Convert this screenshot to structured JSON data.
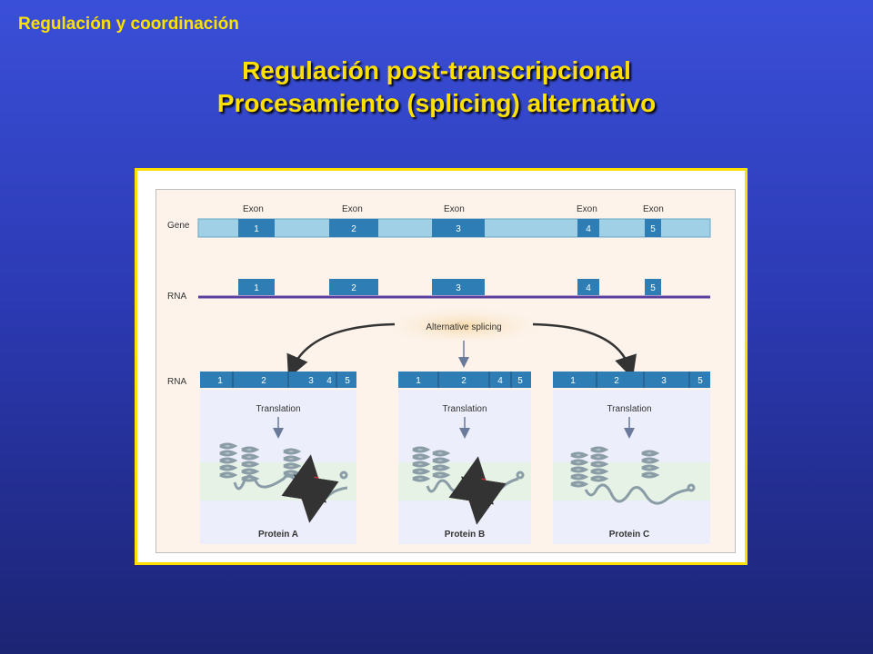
{
  "header": {
    "section": "Regulación y coordinación",
    "title_line1": "Regulación post-transcripcional",
    "title_line2": "Procesamiento (splicing) alternativo"
  },
  "diagram": {
    "row_labels": {
      "gene": "Gene",
      "rna_top": "RNA",
      "rna_bottom": "RNA"
    },
    "exon_header": "Exon",
    "exons": [
      "1",
      "2",
      "3",
      "4",
      "5"
    ],
    "splicing_label": "Alternative splicing",
    "translation_label": "Translation",
    "isoforms": [
      {
        "exons": [
          "1",
          "2",
          "3",
          "4",
          "5"
        ],
        "protein": "Protein A"
      },
      {
        "exons": [
          "1",
          "2",
          "4",
          "5"
        ],
        "protein": "Protein B"
      },
      {
        "exons": [
          "1",
          "2",
          "3",
          "5"
        ],
        "protein": "Protein C"
      }
    ],
    "colors": {
      "exon": "#2e7db5",
      "gene_bar": "#9fd0e6",
      "rna_line": "#5b3fa0",
      "beta_strand": "#d8303a",
      "helix": "#8a9ca6"
    }
  }
}
